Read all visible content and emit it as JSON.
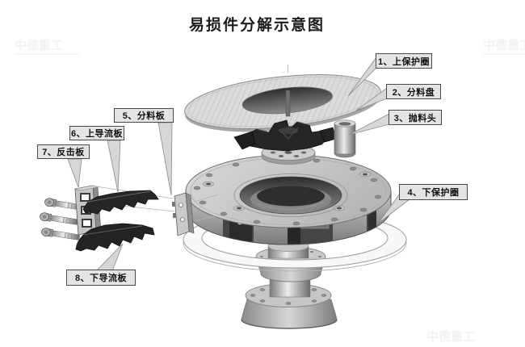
{
  "title": "易损件分解示意图",
  "watermark_text": "中德重工",
  "labels": [
    "1、上保护圈",
    "2、分料盘",
    "3、抛料头",
    "4、下保护圈",
    "5、分料板",
    "6、上导流板",
    "7、反击板",
    "8、下导流板"
  ]
}
